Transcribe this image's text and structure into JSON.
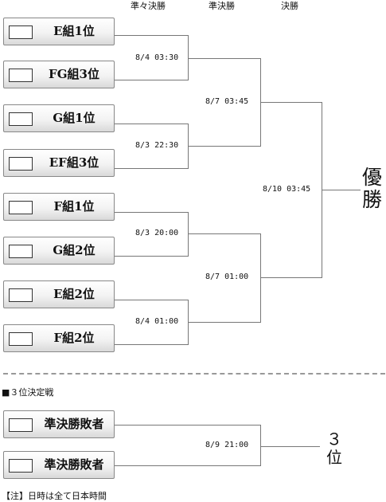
{
  "headers": {
    "quarterfinal": "準々決勝",
    "semifinal": "準決勝",
    "final": "決勝"
  },
  "teams": [
    "E組1位",
    "FG組3位",
    "G組1位",
    "EF組3位",
    "F組1位",
    "G組2位",
    "E組2位",
    "F組2位"
  ],
  "quarterfinals": [
    "8/4 03:30",
    "8/3 22:30",
    "8/3 20:00",
    "8/4 01:00"
  ],
  "semifinals": [
    "8/7 03:45",
    "8/7 01:00"
  ],
  "final": "8/10 03:45",
  "champion_label": [
    "優",
    "勝"
  ],
  "third_place": {
    "section_title": "■３位決定戦",
    "teams": [
      "準決勝敗者",
      "準決勝敗者"
    ],
    "match": "8/9 21:00",
    "label": [
      "３",
      "位"
    ]
  },
  "note": "【注】日時は全て日本時間",
  "colors": {
    "line": "#777777",
    "box_border": "#888888",
    "text": "#111111"
  }
}
